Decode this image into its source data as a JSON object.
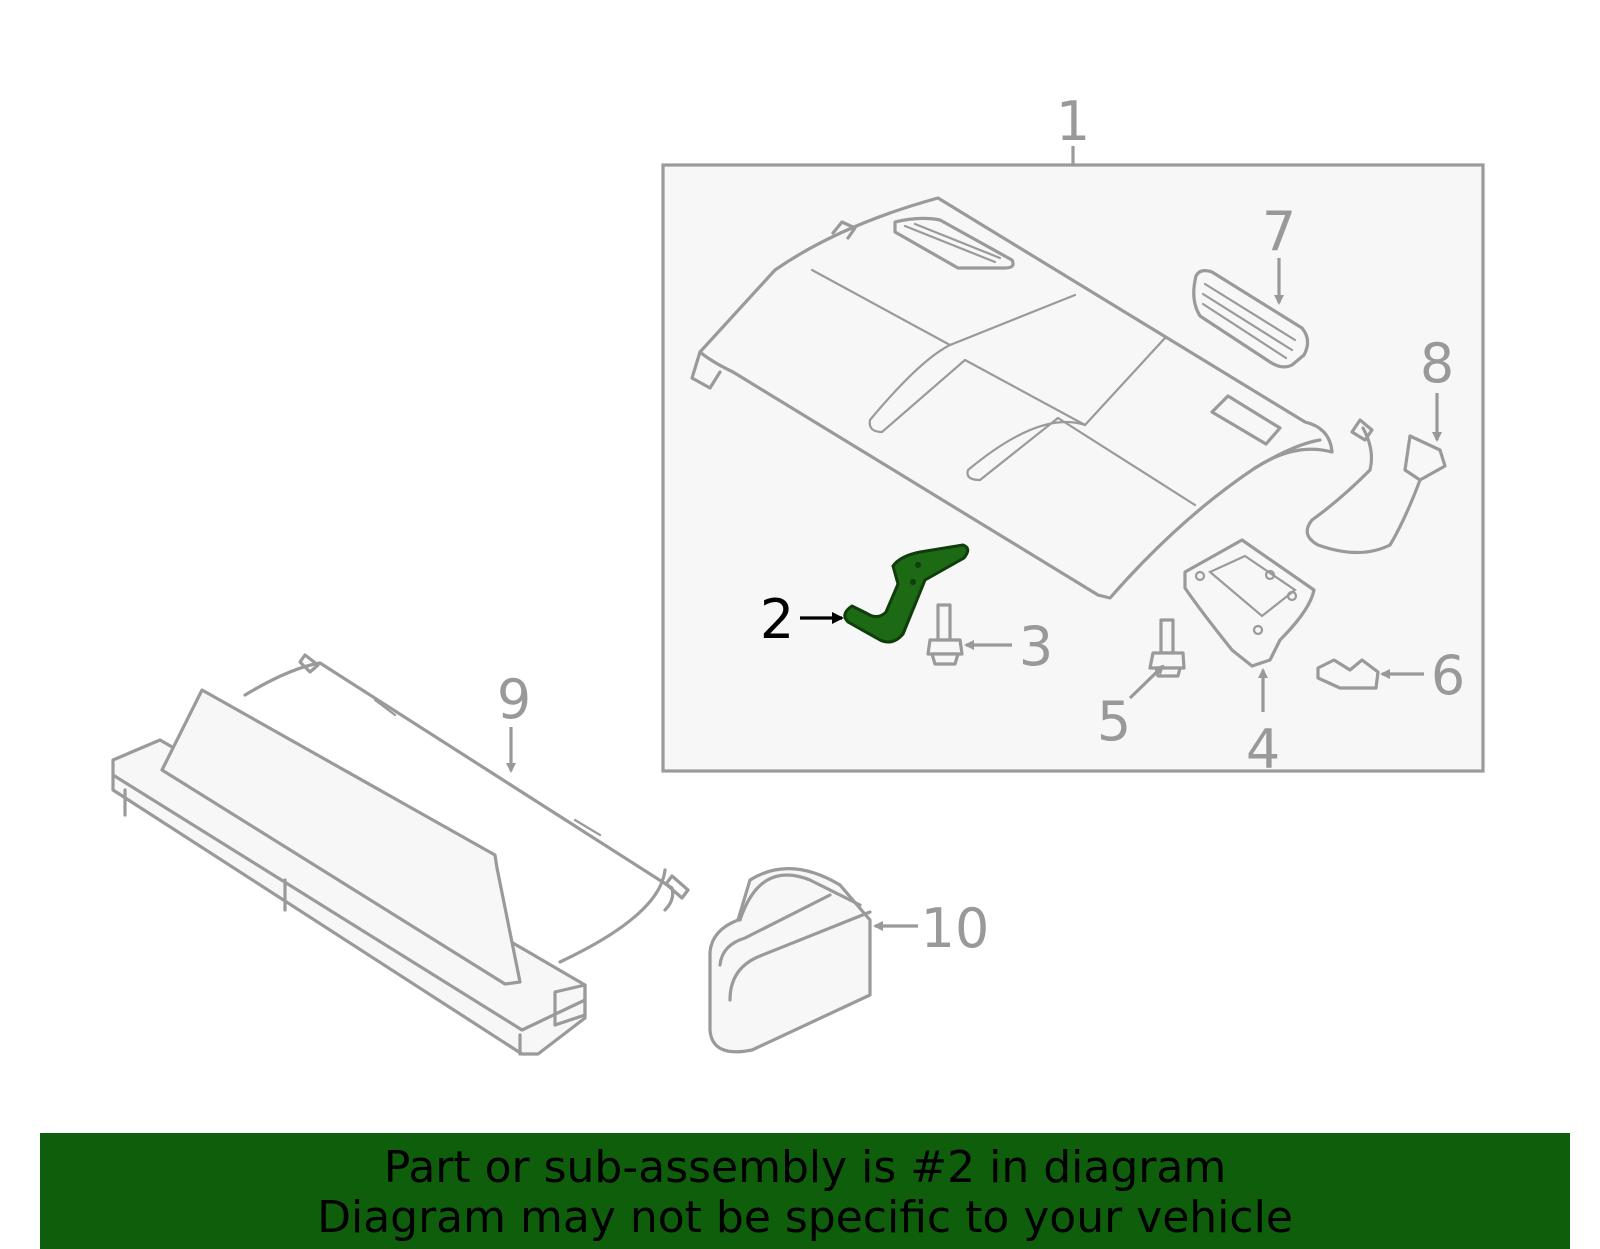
{
  "callouts": [
    {
      "id": "1",
      "label": "1"
    },
    {
      "id": "2",
      "label": "2"
    },
    {
      "id": "3",
      "label": "3"
    },
    {
      "id": "4",
      "label": "4"
    },
    {
      "id": "5",
      "label": "5"
    },
    {
      "id": "6",
      "label": "6"
    },
    {
      "id": "7",
      "label": "7"
    },
    {
      "id": "8",
      "label": "8"
    },
    {
      "id": "9",
      "label": "9"
    },
    {
      "id": "10",
      "label": "10"
    }
  ],
  "highlight": {
    "part": "2",
    "color": "#1c6a14",
    "label_color": "#000000"
  },
  "colors": {
    "line": "#9a9a9a",
    "panel": "#f7f7f7",
    "banner": "#0f5e0b"
  },
  "banner": {
    "line1": "Part or sub-assembly is #2 in diagram",
    "line2": "Diagram may not be specific to your vehicle"
  }
}
